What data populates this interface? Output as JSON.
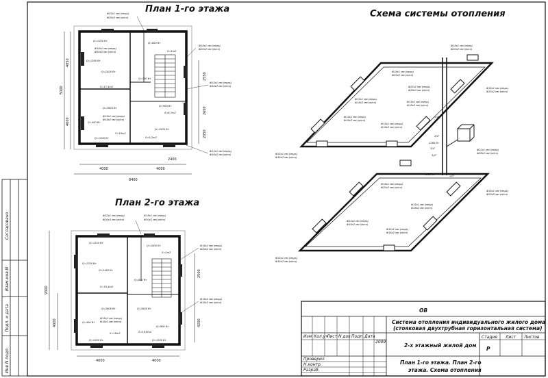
{
  "plan1": {
    "title": "План 1-го этажа",
    "rooms": [
      {
        "q": "Q=1200 Вт"
      },
      {
        "q": "Q=1260 Вт"
      },
      {
        "q": "Q=2400 Вт"
      },
      {
        "area": "S=17,4m2"
      },
      {
        "q": "Q=2600 Вт"
      },
      {
        "q": "Q=400 Вт"
      },
      {
        "q": "Q=1200 Вт"
      },
      {
        "area": "S=16m2"
      },
      {
        "q": "Q=800 Вт"
      },
      {
        "area": "S=5m2"
      },
      {
        "q": "Q=300 Вт"
      },
      {
        "q": "Q=900 Вт"
      },
      {
        "area": "S=6,7m2"
      },
      {
        "q": "Q=1500 Вт"
      },
      {
        "area": "S=8,2m2"
      }
    ],
    "pipes": [
      "Ф22х1 мм (медь)",
      "Ф26х3 мм (м/пл)",
      "Ф18х1 мм (медь)",
      "Ф20х2 мм (м/пл)",
      "Ф15х1 мм (медь)",
      "Ф16х2 мм (м/пл)",
      "Ф18х1 мм (медь)",
      "Ф20х2 мм (м/пл)",
      "Ф15х1 мм (медь)",
      "Ф16х2 мм (м/пл)",
      "Ф15х1 мм (медь)",
      "Ф16х2 мм (м/пл)"
    ],
    "dims": {
      "left_total": "5000",
      "left_upper": "4050",
      "left_lower": "4000",
      "bottom_left": "4000",
      "bottom_right": "4000",
      "bottom_total": "8400",
      "right_seg": "2400",
      "right1": "2550",
      "right2": "2600",
      "right3": "2050"
    }
  },
  "plan2": {
    "title": "План 2-го этажа",
    "rooms": [
      {
        "q": "Q=1250 Вт"
      },
      {
        "q": "Q=1250 Вт"
      },
      {
        "q": "Q=2450 Вт"
      },
      {
        "area": "S=19,4m2"
      },
      {
        "q": "Q=2600 Вт"
      },
      {
        "q": "Q=400 Вт"
      },
      {
        "q": "Q=1200 Вт"
      },
      {
        "area": "S=16m2"
      },
      {
        "q": "Q=1000 Вт"
      },
      {
        "area": "S=5m2"
      },
      {
        "q": "Q=800 Вт"
      },
      {
        "q": "Q=2600 Вт"
      },
      {
        "q": "Q=900 Вт"
      },
      {
        "area": "S=16,8m2"
      },
      {
        "q": "Q=1200 Вт"
      }
    ],
    "pipes": [
      "Ф22х1 мм (медь)",
      "Ф26х3 мм (м/пл)",
      "Ф18х1 мм (медь)",
      "Ф20х2 мм (м/пл)",
      "Ф15х1 мм (медь)",
      "Ф16х2 мм (м/пл)",
      "Ф18х1 мм (медь)",
      "Ф20х2 мм (м/пл)",
      "Ф15х1 мм (медь)",
      "Ф16х2 мм (м/пл)"
    ],
    "dims": {
      "left_total": "9300",
      "left_lower": "4000",
      "bottom_left": "4000",
      "bottom_right": "4000",
      "right1": "2500",
      "right2": "4200"
    }
  },
  "scheme": {
    "title": "Схема системы отопления",
    "labels": [
      "Ф18х1 мм (медь)",
      "Ф20х2 мм (м/пл)",
      "Ф18х1 мм (медь)",
      "Ф20х2 мм (м/пл)",
      "Ф22х1 мм (медь)",
      "Ф26х3 мм (м/пл)",
      "Ф15х1 мм (медь)",
      "Ф16х2 мм (м/пл)",
      "Ф15х1 мм (медь)",
      "Ф16х2 мм (м/пл)",
      "Ф15х1 мм (медь)",
      "Ф16х2 мм (м/пл)",
      "Ф18х1 мм (медь)",
      "Ф20х2 мм (м/пл)",
      "Ф15х1 мм (медь)",
      "Ф16х2 мм (м/пл)",
      "Ф22х1 мм (медь)",
      "Ф26х3 мм (м/пл)",
      "Ф18х1 мм (медь)",
      "Ф20х2 мм (м/пл)",
      "Ф18х1 мм (медь)",
      "Ф20х2 мм (м/пл)",
      "Ф15х1 мм (медь)",
      "Ф16х2 мм (м/пл)",
      "Ф15х1 мм (медь)",
      "Ф16х2 мм (м/пл)",
      "Ф15х1 мм (медь)",
      "Ф16х2 мм (м/пл)",
      "Ф15х1 мм (медь)",
      "Ф16х2 мм (м/пл)",
      "Ф15х1 мм (медь)",
      "Ф16х2 мм (м/пл)"
    ],
    "boiler_power": "1260 Вт",
    "valve_labels": [
      "3/4\"",
      "3/4\"",
      "3/4\"",
      "1/2\"",
      "1/2\""
    ],
    "floor_power": "4400 Вт"
  },
  "side_stamp": [
    "Согласовано",
    "Взам.инв.N",
    "Подп. и дата",
    "Инв N подл."
  ],
  "stamp": {
    "code": "ОВ",
    "title_line1": "Система отопления индивидуального жилого дома",
    "title_line2": "(стояковая двухтрубная горизонтальная система)",
    "col_headers": [
      "Изм",
      "Кол.уч",
      "Лист",
      "N док",
      "Подп.",
      "Дата"
    ],
    "year": "2009",
    "object": "2-х этажный жилой дом",
    "stage_header": "Стадия",
    "sheet_header": "Лист",
    "sheets_header": "Листов",
    "stage": "Р",
    "roles": [
      "Проверил",
      "Н.контр.",
      "Разраб."
    ],
    "sheet_name_line1": "План 1-го этажа. План 2-го",
    "sheet_name_line2": "этажа. Схема отопления"
  }
}
